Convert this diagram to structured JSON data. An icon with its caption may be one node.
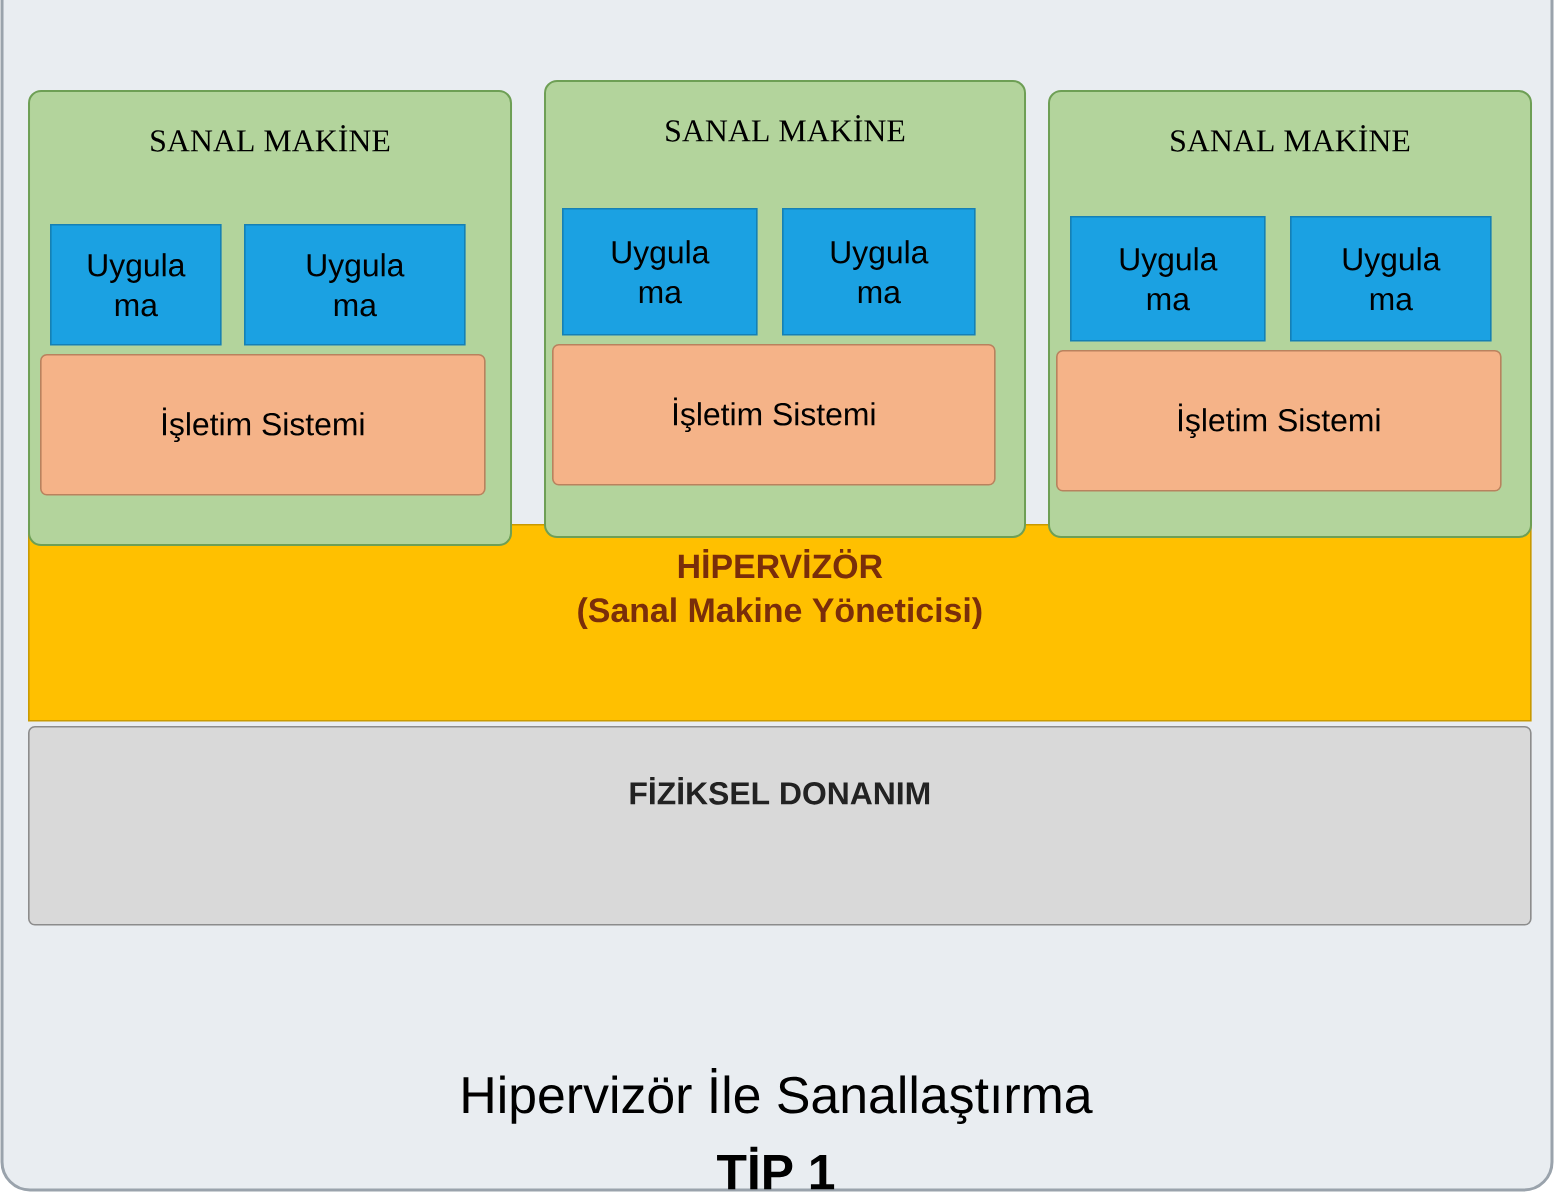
{
  "diagram": {
    "caption": "Hipervizör İle Sanallaştırma",
    "nodes": [
      {
        "text": [
          "SANAL MAKİNE"
        ]
      },
      {
        "text": [
          "Uygula ma"
        ],
        "in": 0
      },
      {
        "text": [
          "Uygula ma"
        ],
        "in": 0
      },
      {
        "text": [
          "İşletim Sistemi"
        ],
        "in": 0
      },
      {
        "text": [
          "SANAL MAKİNE"
        ]
      },
      {
        "text": [
          "Uygula ma"
        ],
        "in": 4
      },
      {
        "text": [
          "Uygula ma"
        ],
        "in": 4
      },
      {
        "text": [
          "İşletim Sistemi"
        ],
        "in": 4
      },
      {
        "text": [
          "SANAL MAKİNE"
        ]
      },
      {
        "text": [
          "Uygula ma"
        ],
        "in": 8
      },
      {
        "text": [
          "Uygula ma"
        ],
        "in": 8
      },
      {
        "text": [
          "İşletim Sistemi"
        ],
        "in": 8
      },
      {
        "text": [
          "HİPERVİZÖR",
          "(Sanal Makine Yöneticisi)"
        ]
      },
      {
        "text": [
          "FİZİKSEL DONANIM"
        ]
      }
    ],
    "edges": [],
    "labels": [
      "TİP 1"
    ]
  }
}
